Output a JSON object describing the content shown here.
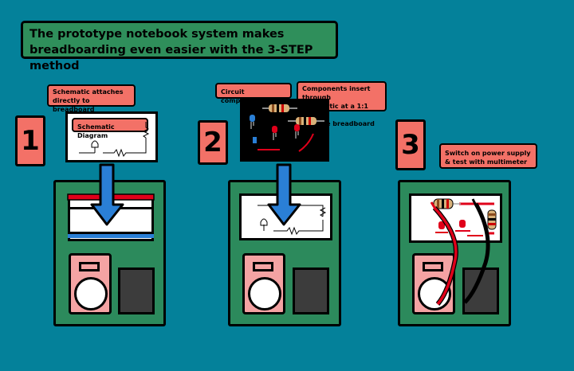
{
  "title": {
    "line1": "The prototype notebook system makes",
    "line2": "breadboarding even easier with the 3-STEP method"
  },
  "steps": [
    {
      "number": "1",
      "callout_line1": "Schematic attaches",
      "callout_line2": "directly to breadboard",
      "card_label": "Schematic Diagram"
    },
    {
      "number": "2",
      "callout_a": "Circuit components",
      "callout_b_line1": "Components insert through",
      "callout_b_line2": "schematic at a 1:1 scale",
      "callout_b_line3": "into the breadboard"
    },
    {
      "number": "3",
      "callout_line1": "Switch on power supply",
      "callout_line2": "& test with multimeter"
    }
  ],
  "colors": {
    "background": "#04819a",
    "title_bg": "#2f8f5b",
    "callout_bg": "#f37167",
    "device_green": "#2c8a5c",
    "meter_pink": "#f4a3a3",
    "arrow_blue": "#2a7fd6",
    "rail_red": "#e0001a",
    "rail_blue": "#2a7fd6"
  }
}
